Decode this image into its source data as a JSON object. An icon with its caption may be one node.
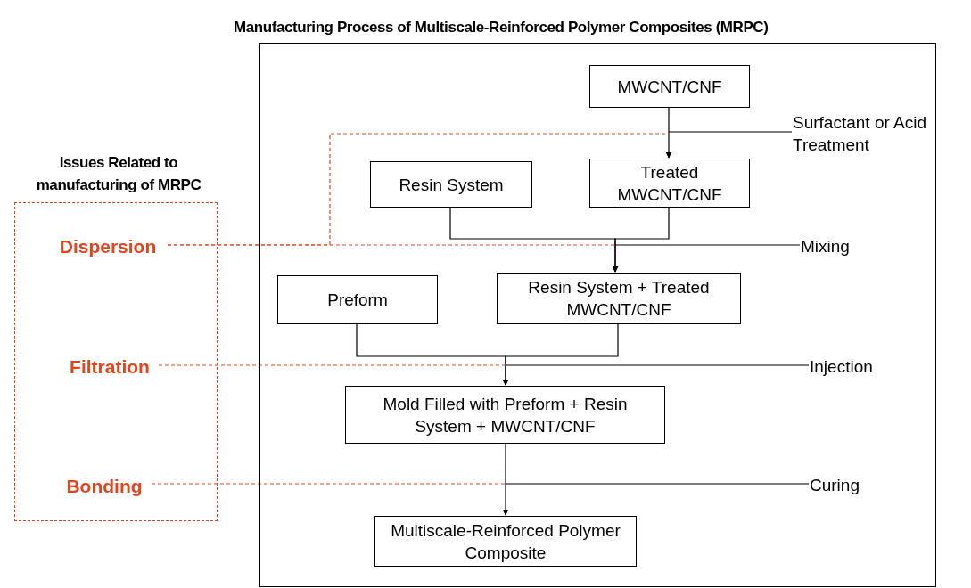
{
  "diagram": {
    "nodes": [
      {
        "text": [
          "Manufacturing Process of Multiscale-Reinforced Polymer Composites (MRPC)"
        ]
      },
      {
        "text": [
          "MWCNT/CNF"
        ],
        "in": 0
      },
      {
        "text": [
          "Treated MWCNT/CNF"
        ],
        "in": 0
      },
      {
        "text": [
          "Resin System"
        ],
        "in": 0
      },
      {
        "text": [
          "Resin System + Treated MWCNT/CNF"
        ],
        "in": 0
      },
      {
        "text": [
          "Preform"
        ],
        "in": 0
      },
      {
        "text": [
          "Mold Filled with Preform + Resin System + MWCNT/CNF"
        ],
        "in": 0
      },
      {
        "text": [
          "Multiscale-Reinforced Polymer Composite"
        ],
        "in": 0
      },
      {
        "text": [
          "Surfactant or Acid Treatment"
        ],
        "in": 0
      },
      {
        "text": [
          "Mixing"
        ],
        "in": 0
      },
      {
        "text": [
          "Injection"
        ],
        "in": 0
      },
      {
        "text": [
          "Curing"
        ],
        "in": 0
      },
      {
        "text": [
          "Issues Related to manufacturing of MRPC"
        ]
      },
      {
        "text": [
          "Dispersion"
        ],
        "in": 12
      },
      {
        "text": [
          "Filtration"
        ],
        "in": 12
      },
      {
        "text": [
          "Bonding"
        ],
        "in": 12
      }
    ],
    "edges": [
      {
        "from": 1,
        "to": 2,
        "arrow": "to"
      },
      {
        "from": 3,
        "to": 4,
        "arrow": "to"
      },
      {
        "from": 2,
        "to": 4,
        "arrow": "to"
      },
      {
        "from": 5,
        "to": 6,
        "arrow": "to"
      },
      {
        "from": 4,
        "to": 6,
        "arrow": "to"
      },
      {
        "from": 6,
        "to": 7,
        "arrow": "to"
      },
      {
        "from": null,
        "to": 8,
        "arrow": "none"
      },
      {
        "from": null,
        "to": 9,
        "arrow": "none"
      },
      {
        "from": null,
        "to": 10,
        "arrow": "none"
      },
      {
        "from": null,
        "to": 11,
        "arrow": "none"
      },
      {
        "from": 13,
        "to": null,
        "arrow": "none",
        "style": "dashed",
        "color": "#e0461e"
      },
      {
        "from": 13,
        "to": null,
        "arrow": "none",
        "style": "dashed",
        "color": "#e0461e"
      },
      {
        "from": 14,
        "to": null,
        "arrow": "none",
        "style": "dashed",
        "color": "#e0461e"
      },
      {
        "from": 15,
        "to": null,
        "arrow": "none",
        "style": "dashed",
        "color": "#e0461e"
      }
    ]
  }
}
